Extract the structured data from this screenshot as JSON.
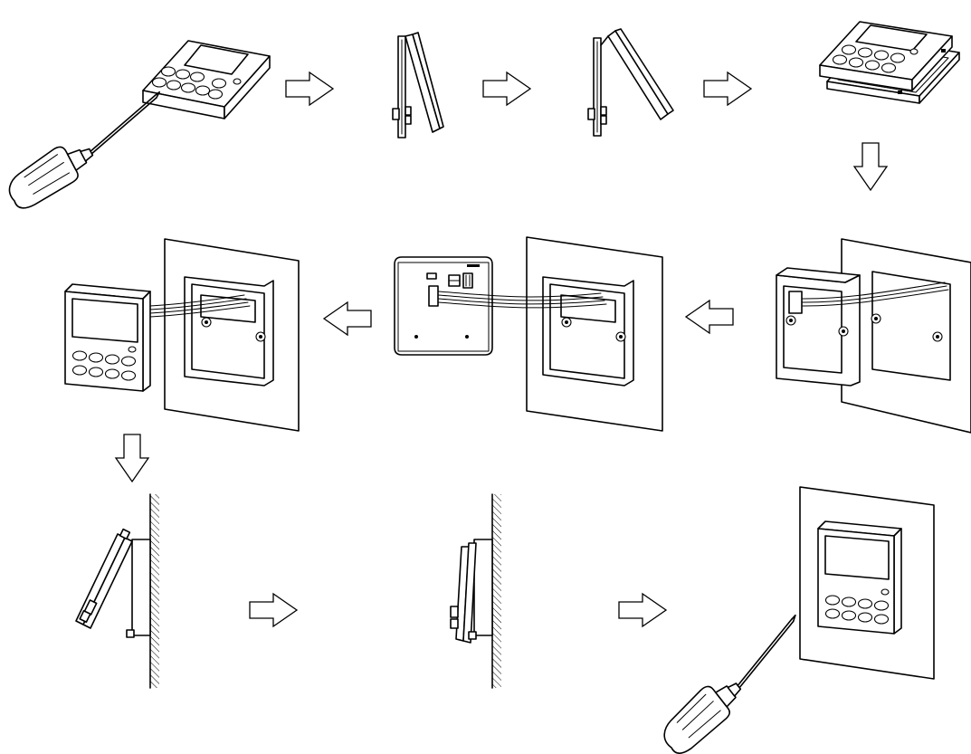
{
  "figure": {
    "steps": [
      {
        "id": 1,
        "depicts": "remote-controller-with-screwdriver"
      },
      {
        "id": 2,
        "depicts": "controller-side-view-closed"
      },
      {
        "id": 3,
        "depicts": "controller-side-view-opening"
      },
      {
        "id": 4,
        "depicts": "front-cover-separated-from-base"
      },
      {
        "id": 5,
        "depicts": "base-plate-mounted-with-wires"
      },
      {
        "id": 6,
        "depicts": "pcb-connected-to-wires"
      },
      {
        "id": 7,
        "depicts": "front-cover-connected-to-base"
      },
      {
        "id": 8,
        "depicts": "cover-hooked-onto-wall-base"
      },
      {
        "id": 9,
        "depicts": "cover-closing-on-wall-base"
      },
      {
        "id": 10,
        "depicts": "controller-installed-screw-tightened"
      }
    ],
    "arrows": [
      "right",
      "right",
      "right",
      "down",
      "left",
      "left",
      "down",
      "right",
      "right"
    ],
    "colors": {
      "line": "#000000",
      "background": "#ffffff"
    }
  }
}
